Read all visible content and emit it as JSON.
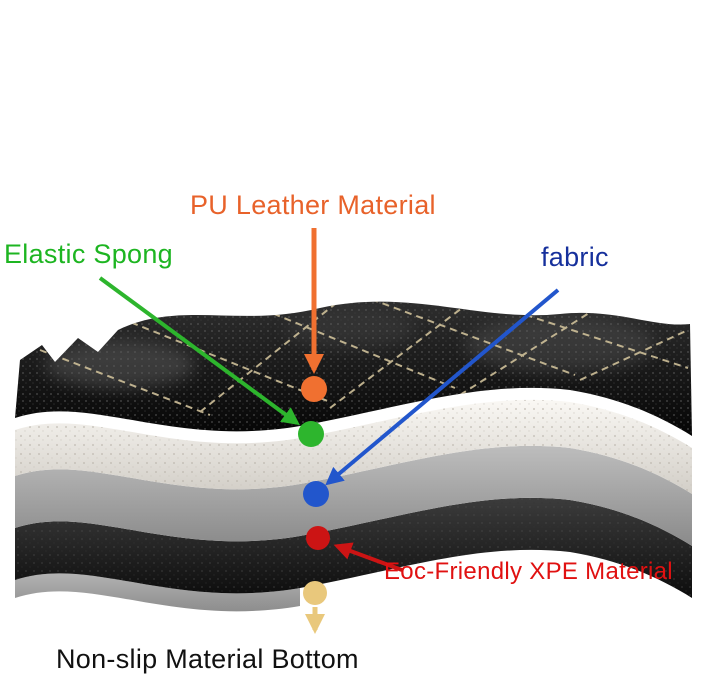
{
  "page": {
    "background": "#ffffff"
  },
  "diagram": {
    "labels": {
      "pu_leather": "PU Leather Material",
      "elastic_sponge": "Elastic Spong",
      "fabric": "fabric",
      "xpe": "Eoc-Friendly XPE Material",
      "non_slip": "Non-slip Material Bottom"
    },
    "colors": {
      "pu_leather_label": "#e8622a",
      "elastic_sponge_label": "#1db521",
      "fabric_label": "#16309c",
      "xpe_label": "#e01111",
      "non_slip_label": "#111111",
      "orange_marker": "#f07030",
      "green_marker": "#2db52d",
      "blue_marker": "#2256cc",
      "red_marker": "#cc1414",
      "tan_marker": "#e9c87c",
      "leather_layer": "#181818",
      "sponge_layer": "#efece6",
      "gray_fabric_layer": "#a6a6a6",
      "xpe_layer": "#141414",
      "bottom_layer": "#a0a0a0",
      "stitch_thread": "#cfc09a"
    },
    "layer_names": [
      "pu-leather-top",
      "elastic-sponge",
      "fabric-layer",
      "xpe-foam",
      "non-slip-bottom"
    ]
  }
}
